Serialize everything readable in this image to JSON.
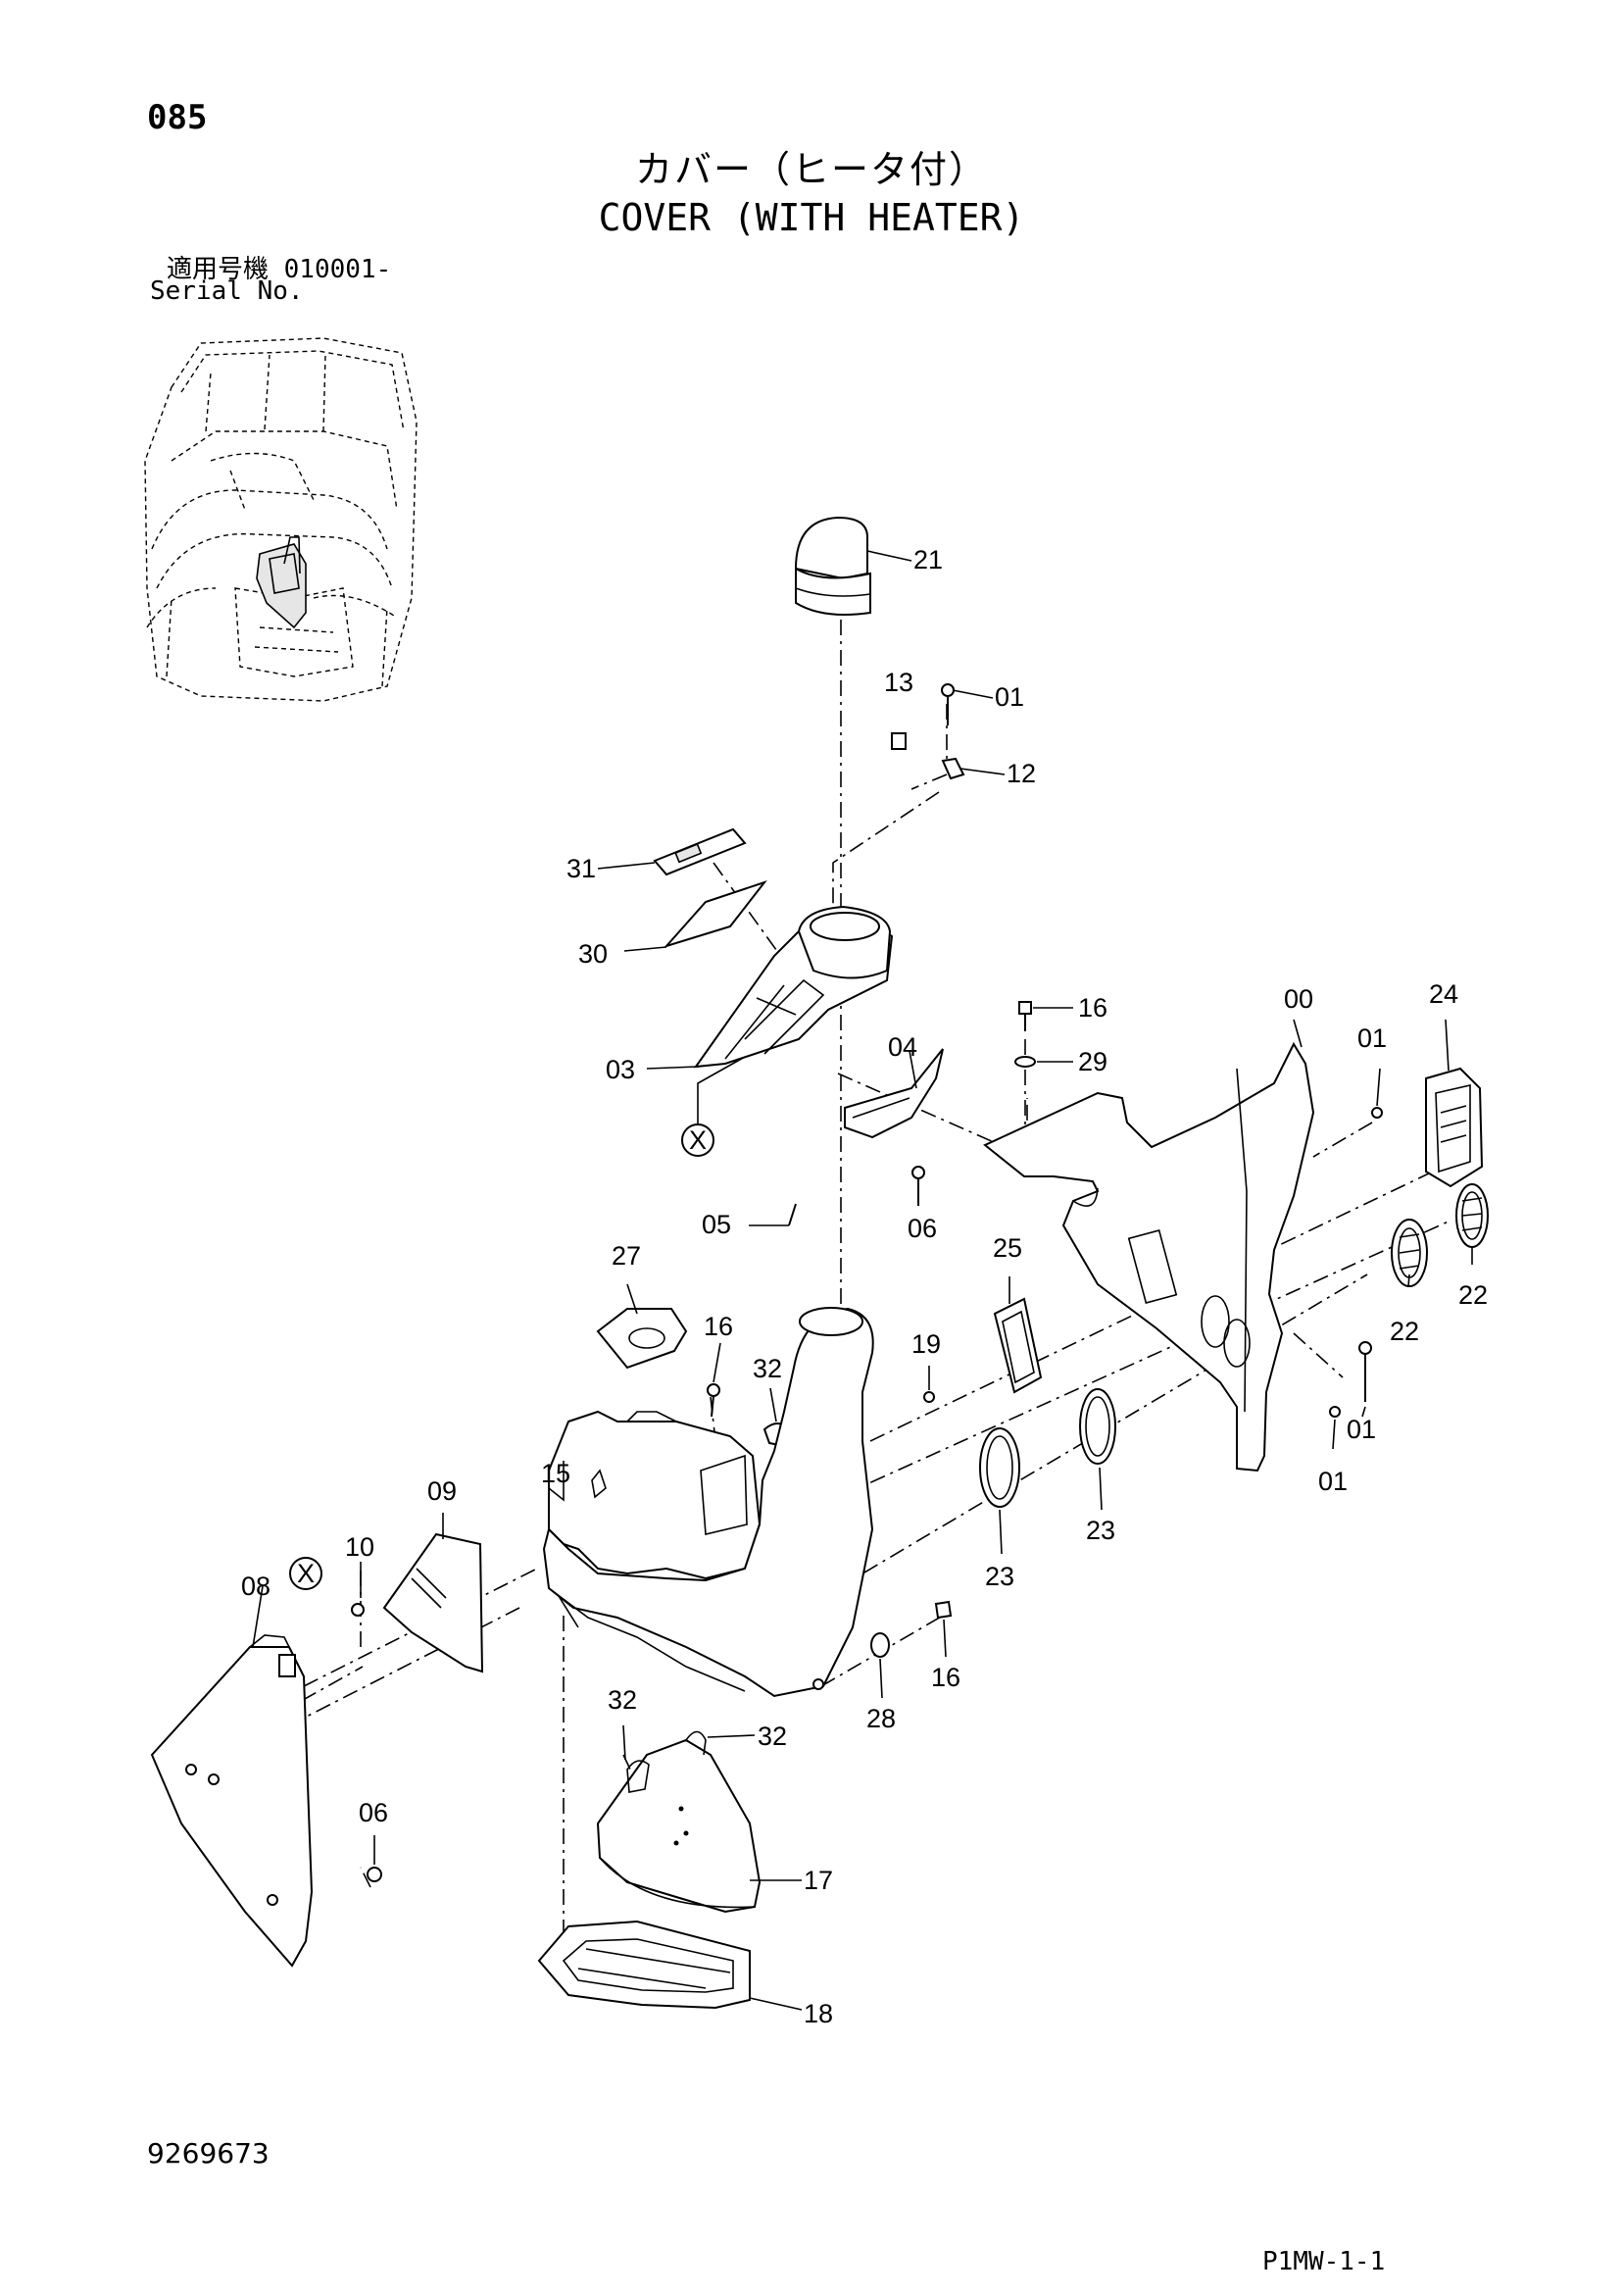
{
  "page": {
    "number": "085",
    "title_jp": "カバー（ヒータ付）",
    "title_en": "COVER (WITH HEATER)",
    "serial_label_jp": "適用号機  010001-",
    "serial_label_en": "Serial No.",
    "doc_number": "9269673",
    "page_code": "P1MW-1-1"
  },
  "parts": [
    {
      "id": "p21",
      "label": "21"
    },
    {
      "id": "p13",
      "label": "13"
    },
    {
      "id": "p01a",
      "label": "01"
    },
    {
      "id": "p12",
      "label": "12"
    },
    {
      "id": "p31",
      "label": "31"
    },
    {
      "id": "p30",
      "label": "30"
    },
    {
      "id": "p03",
      "label": "03"
    },
    {
      "id": "p04",
      "label": "04"
    },
    {
      "id": "pX1",
      "label": "X"
    },
    {
      "id": "p05",
      "label": "05"
    },
    {
      "id": "p06a",
      "label": "06"
    },
    {
      "id": "p16a",
      "label": "16"
    },
    {
      "id": "p29",
      "label": "29"
    },
    {
      "id": "p00",
      "label": "00"
    },
    {
      "id": "p24",
      "label": "24"
    },
    {
      "id": "p01b",
      "label": "01"
    },
    {
      "id": "p27",
      "label": "27"
    },
    {
      "id": "p25",
      "label": "25"
    },
    {
      "id": "p22a",
      "label": "22"
    },
    {
      "id": "p22b",
      "label": "22"
    },
    {
      "id": "p16b",
      "label": "16"
    },
    {
      "id": "p32a",
      "label": "32"
    },
    {
      "id": "p19",
      "label": "19"
    },
    {
      "id": "p01c",
      "label": "01"
    },
    {
      "id": "p01d",
      "label": "01"
    },
    {
      "id": "p15",
      "label": "15"
    },
    {
      "id": "p09",
      "label": "09"
    },
    {
      "id": "p10",
      "label": "10"
    },
    {
      "id": "p08",
      "label": "08"
    },
    {
      "id": "pX2",
      "label": "X"
    },
    {
      "id": "p23a",
      "label": "23"
    },
    {
      "id": "p23b",
      "label": "23"
    },
    {
      "id": "p16c",
      "label": "16"
    },
    {
      "id": "p28",
      "label": "28"
    },
    {
      "id": "p32b",
      "label": "32"
    },
    {
      "id": "p32c",
      "label": "32"
    },
    {
      "id": "p06b",
      "label": "06"
    },
    {
      "id": "p17",
      "label": "17"
    },
    {
      "id": "p18",
      "label": "18"
    }
  ]
}
